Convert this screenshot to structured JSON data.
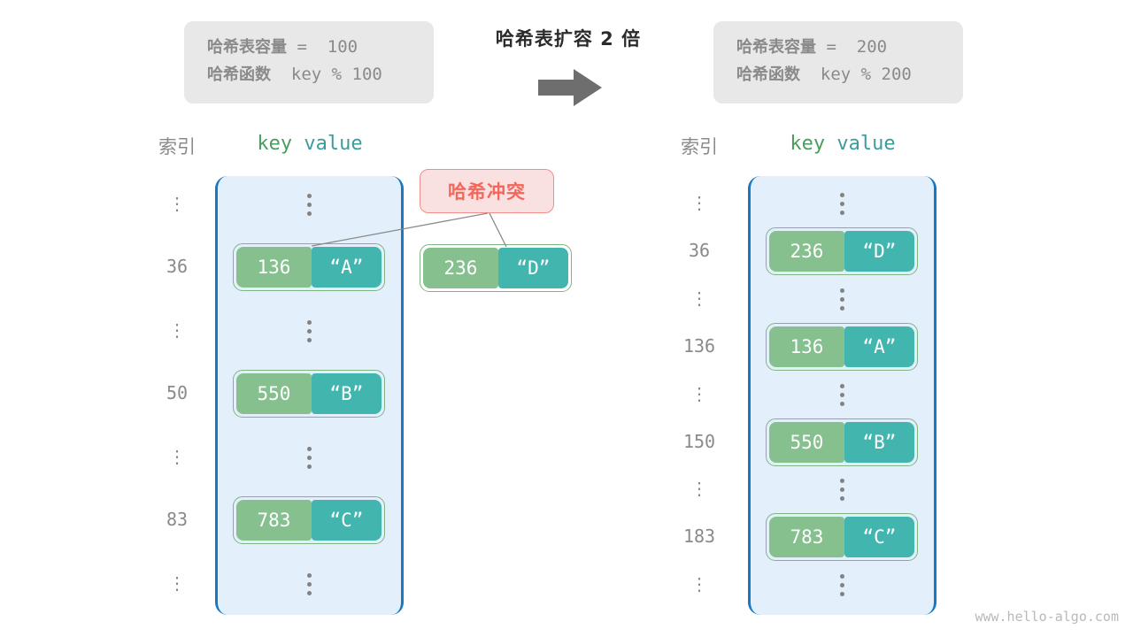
{
  "header": {
    "left_box": {
      "capacity_label": "哈希表容量",
      "capacity_text": " =  100",
      "function_label": "哈希函数",
      "function_text": "  key % 100"
    },
    "right_box": {
      "capacity_label": "哈希表容量",
      "capacity_text": " =  200",
      "function_label": "哈希函数",
      "function_text": "  key % 200"
    },
    "expand_title": "哈希表扩容 2 倍",
    "arrow_icon": "right-arrow-icon",
    "arrow_color": "#6e6e6e"
  },
  "captions": {
    "index": "索引",
    "key": "key",
    "value": "value"
  },
  "collision": {
    "badge_label": "哈希冲突",
    "badge_fill": "#fae1e1",
    "badge_border": "#f28e8a",
    "badge_text_color": "#f4675c"
  },
  "colors": {
    "bucket_fill": "#e3f0fb",
    "bucket_border": "#1779c4",
    "key_cell": "#86c08f",
    "value_cell": "#43b5af",
    "pair_border": "#7fb583",
    "index_text": "#8a8a8a",
    "key_caption": "#4a9d5e",
    "value_caption": "#3a9d9b"
  },
  "left_table": {
    "rows": [
      {
        "index": "⋮",
        "type": "ellipsis"
      },
      {
        "index": "36",
        "type": "entry",
        "key": "136",
        "value": "“A”"
      },
      {
        "index": "⋮",
        "type": "ellipsis"
      },
      {
        "index": "50",
        "type": "entry",
        "key": "550",
        "value": "“B”"
      },
      {
        "index": "⋮",
        "type": "ellipsis"
      },
      {
        "index": "83",
        "type": "entry",
        "key": "783",
        "value": "“C”"
      },
      {
        "index": "⋮",
        "type": "ellipsis"
      }
    ]
  },
  "overflow_entry": {
    "key": "236",
    "value": "“D”"
  },
  "right_table": {
    "rows": [
      {
        "index": "⋮",
        "type": "ellipsis"
      },
      {
        "index": "36",
        "type": "entry",
        "key": "236",
        "value": "“D”"
      },
      {
        "index": "⋮",
        "type": "ellipsis"
      },
      {
        "index": "136",
        "type": "entry",
        "key": "136",
        "value": "“A”"
      },
      {
        "index": "⋮",
        "type": "ellipsis"
      },
      {
        "index": "150",
        "type": "entry",
        "key": "550",
        "value": "“B”"
      },
      {
        "index": "⋮",
        "type": "ellipsis"
      },
      {
        "index": "183",
        "type": "entry",
        "key": "783",
        "value": "“C”"
      },
      {
        "index": "⋮",
        "type": "ellipsis"
      }
    ]
  },
  "watermark": "www.hello-algo.com"
}
